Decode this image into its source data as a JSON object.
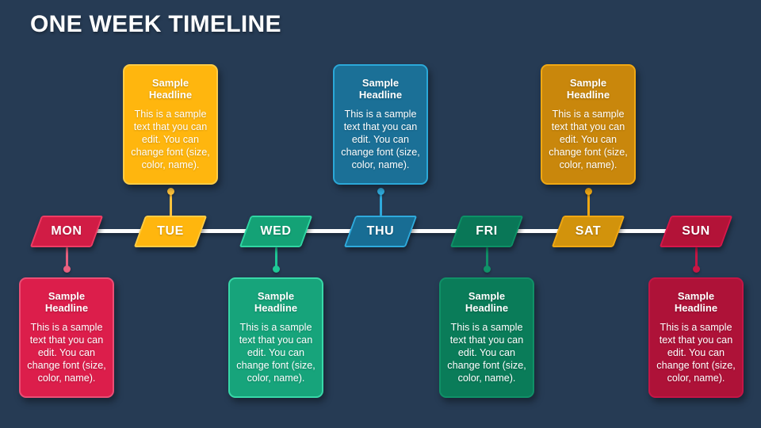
{
  "slide": {
    "title": "ONE WEEK TIMELINE",
    "background_color": "#263b54",
    "axis_color": "#ffffff",
    "text_color": "#ffffff"
  },
  "days": [
    {
      "label": "MON",
      "position": "below",
      "shape_fill": "#d11c45",
      "shape_border": "#ee3c64",
      "connector_color": "#e8607f",
      "card_fill": "#dc1e4b",
      "card_border": "#ea4e75",
      "card": {
        "headline": "Sample Headline",
        "body": "This is a sample text that you can edit. You can change font (size, color, name)."
      }
    },
    {
      "label": "TUE",
      "position": "above",
      "shape_fill": "#ffb60e",
      "shape_border": "#ffcc45",
      "connector_color": "#ffc33c",
      "card_fill": "#ffb60e",
      "card_border": "#ffcc45",
      "card": {
        "headline": "Sample Headline",
        "body": "This is a sample text that you can edit. You can change font (size, color, name)."
      }
    },
    {
      "label": "WED",
      "position": "below",
      "shape_fill": "#14a276",
      "shape_border": "#30d6a3",
      "connector_color": "#1ec896",
      "card_fill": "#17a47b",
      "card_border": "#38d8a8",
      "card": {
        "headline": "Sample Headline",
        "body": "This is a sample text that you can edit. You can change font (size, color, name)."
      }
    },
    {
      "label": "THU",
      "position": "above",
      "shape_fill": "#186d94",
      "shape_border": "#2faadc",
      "connector_color": "#2faadc",
      "card_fill": "#1b7097",
      "card_border": "#2ba8d8",
      "card": {
        "headline": "Sample Headline",
        "body": "This is a sample text that you can edit. You can change font (size, color, name)."
      }
    },
    {
      "label": "FRI",
      "position": "below",
      "shape_fill": "#097757",
      "shape_border": "#0c9166",
      "connector_color": "#0f9168",
      "card_fill": "#0a7c59",
      "card_border": "#109067",
      "card": {
        "headline": "Sample Headline",
        "body": "This is a sample text that you can edit. You can change font (size, color, name)."
      }
    },
    {
      "label": "SAT",
      "position": "above",
      "shape_fill": "#d2930c",
      "shape_border": "#f0a813",
      "connector_color": "#f0a813",
      "card_fill": "#c9870c",
      "card_border": "#f0a813",
      "card": {
        "headline": "Sample Headline",
        "body": "This is a sample text that you can edit. You can change font (size, color, name)."
      }
    },
    {
      "label": "SUN",
      "position": "below",
      "shape_fill": "#b31338",
      "shape_border": "#d6174a",
      "connector_color": "#c71644",
      "card_fill": "#ae1238",
      "card_border": "#c51546",
      "card": {
        "headline": "Sample Headline",
        "body": "This is a sample text that you can edit. You can change font (size, color, name)."
      }
    }
  ]
}
